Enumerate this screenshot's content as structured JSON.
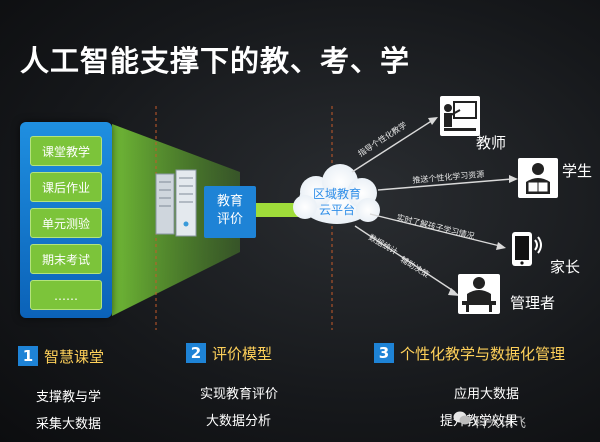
{
  "title": "人工智能支撑下的教、考、学",
  "panel_items": [
    "课堂教学",
    "课后作业",
    "单元测验",
    "期末考试",
    "……"
  ],
  "center": {
    "eval_line1": "教育",
    "eval_line2": "评价",
    "cloud_line1": "区域教育",
    "cloud_line2": "云平台"
  },
  "arrows": {
    "teacher": "指导个性化教学",
    "student": "推送个性化学习资源",
    "parent": "实时了解孩子学习情况",
    "manager_a": "数据统计",
    "manager_b": "辅助决策"
  },
  "roles": {
    "teacher": "教师",
    "student": "学生",
    "parent": "家长",
    "manager": "管理者"
  },
  "sections": [
    {
      "num": "1",
      "title": "智慧课堂",
      "lines": [
        "支撑教与学",
        "采集大数据"
      ]
    },
    {
      "num": "2",
      "title": "评价模型",
      "lines": [
        "实现教育评价",
        "大数据分析"
      ]
    },
    {
      "num": "3",
      "title": "个性化教学与数据化管理",
      "lines": [
        "应用大数据",
        "提升教学效果"
      ]
    }
  ],
  "watermark": "科大讯飞",
  "colors": {
    "accent_blue": "#1e83d6",
    "green": "#7cc43a",
    "yellow": "#ffd15a"
  }
}
